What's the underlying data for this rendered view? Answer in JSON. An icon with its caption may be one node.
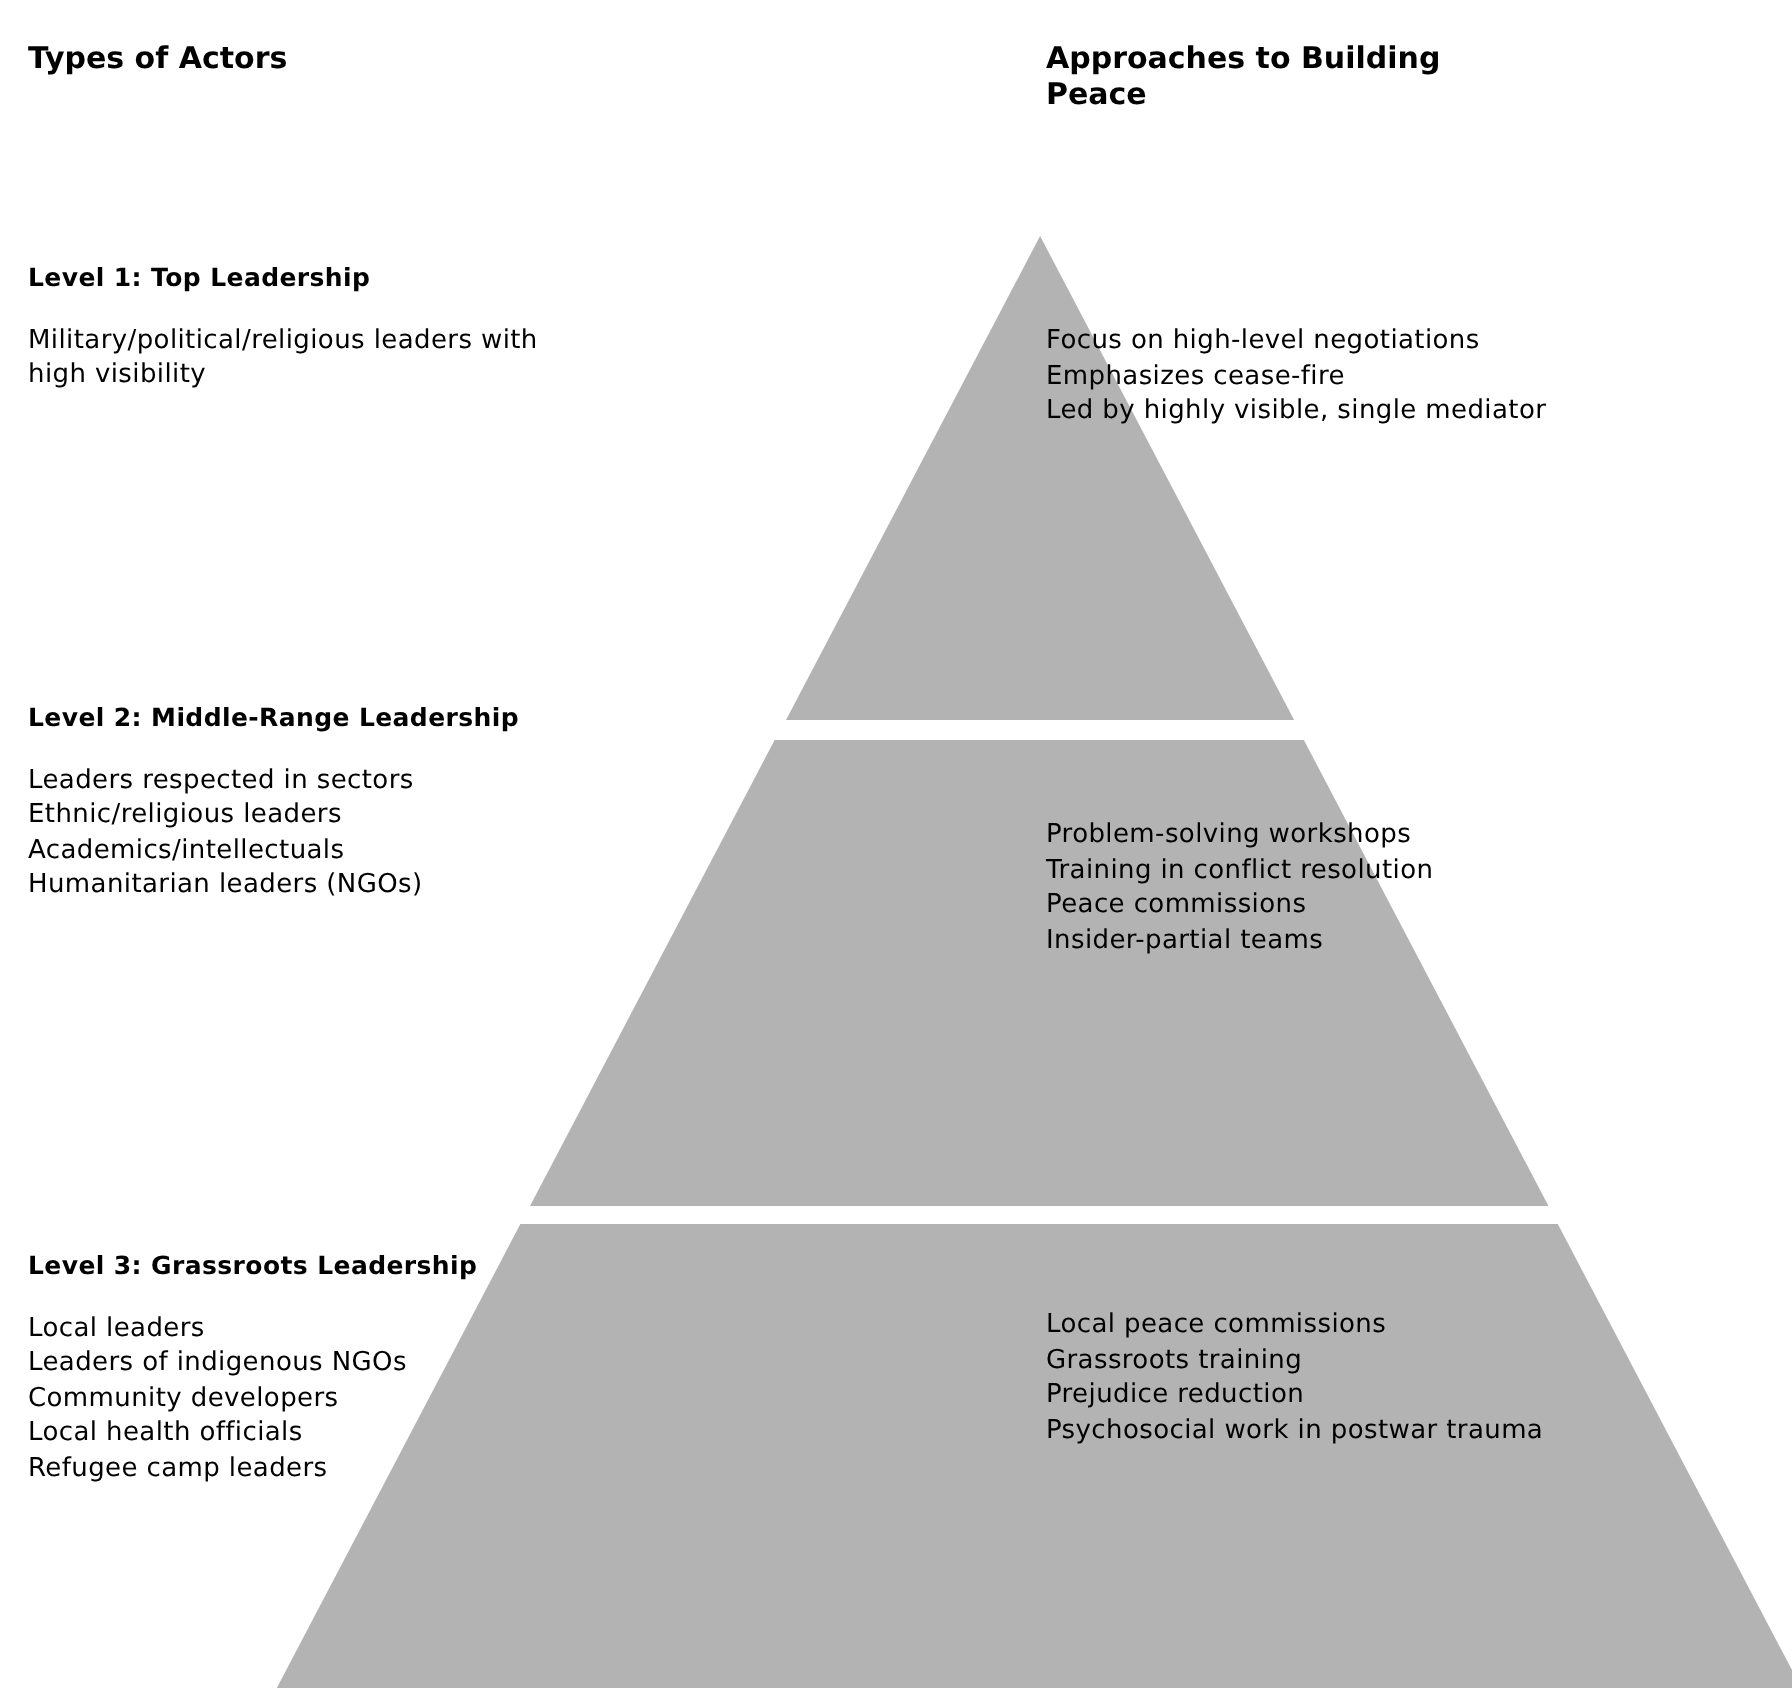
{
  "diagram": {
    "nodes": [
      {
        "text": [
          "Focus on high-level negotiations",
          "Emphasizes cease-fire",
          "Led by highly visible, single mediator"
        ]
      },
      {
        "text": [
          "Problem-solving workshops",
          "Training in conflict resolution",
          "Peace commissions",
          "Insider-partial teams"
        ]
      },
      {
        "text": [
          "Local peace commissions",
          "Grassroots training",
          "Prejudice reduction",
          "Psychosocial work in postwar trauma"
        ]
      }
    ],
    "labels": [
      "Types of Actors",
      "Approaches to Building Peace",
      "Level 1: Top Leadership",
      "Military/political/religious leaders with high visibility",
      "Level 2: Middle-Range Leadership",
      "Leaders respected in sectors",
      "Ethnic/religious leaders",
      "Academics/intellectuals",
      "Humanitarian leaders (NGOs)",
      "Level 3: Grassroots Leadership",
      "Local leaders",
      "Leaders of indigenous NGOs",
      "Community developers",
      "Local health officials",
      "Refugee camp leaders"
    ]
  }
}
